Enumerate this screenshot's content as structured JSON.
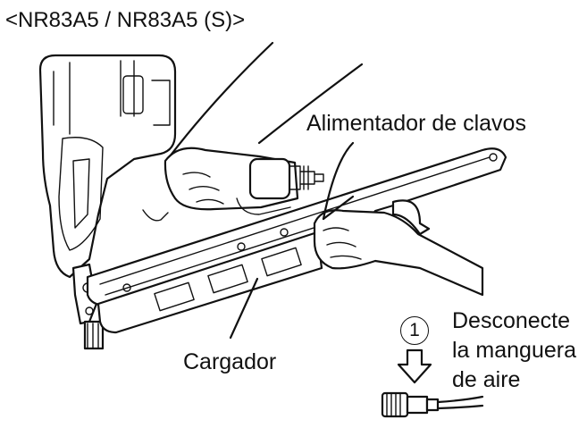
{
  "title": "<NR83A5 / NR83A5 (S)>",
  "labels": {
    "feeder": "Alimentador de clavos",
    "magazine": "Cargador",
    "step_number": "1",
    "disconnect_lines": [
      "Desconecte",
      "la manguera",
      "de aire"
    ]
  },
  "icons": [
    "nailer-illustration",
    "hand-icon",
    "down-arrow-icon",
    "air-hose-connector-icon"
  ]
}
